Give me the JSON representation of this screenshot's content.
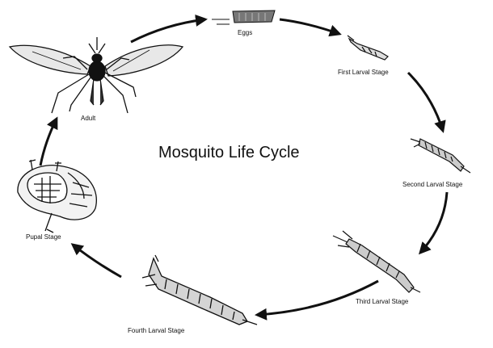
{
  "title": "Mosquito Life Cycle",
  "stages": {
    "eggs": "Eggs",
    "first_larval": "First Larval Stage",
    "second_larval": "Second Larval Stage",
    "third_larval": "Third Larval Stage",
    "fourth_larval": "Fourth Larval Stage",
    "pupal": "Pupal Stage",
    "adult": "Adult"
  },
  "colors": {
    "ink": "#111111",
    "background": "#ffffff",
    "light_fill": "#d8d8d8"
  }
}
